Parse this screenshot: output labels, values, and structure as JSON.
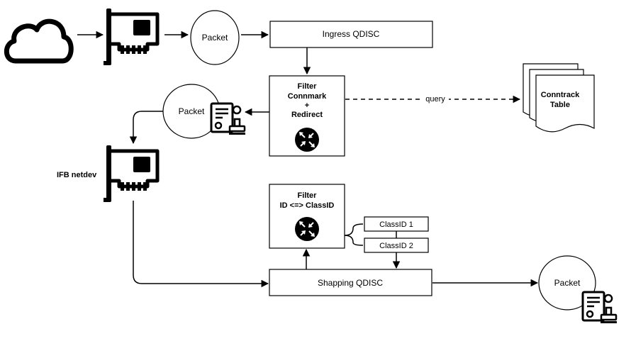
{
  "nodes": {
    "packet_in": "Packet",
    "ingress_qdisc": "Ingress QDISC",
    "filter_connmark": [
      "Filter",
      "Connmark",
      "+",
      "Redirect"
    ],
    "packet_marked": "Packet",
    "ifb_netdev": "IFB netdev",
    "conntrack_table": [
      "Conntrack",
      "Table"
    ],
    "filter_classid": [
      "Filter",
      "ID <=> ClassID"
    ],
    "classid_1": "ClassID 1",
    "classid_2": "ClassID 2",
    "shaping_qdisc": "Shapping QDISC",
    "packet_out": "Packet"
  },
  "edges": {
    "query_label": "query"
  },
  "icons": {
    "cloud": "cloud-icon",
    "nic": "network-card-icon",
    "router": "router-icon",
    "certificate": "certificate-stamp-icon",
    "documents": "document-stack-icon"
  },
  "colors": {
    "stroke": "#000000",
    "fill": "#ffffff"
  }
}
